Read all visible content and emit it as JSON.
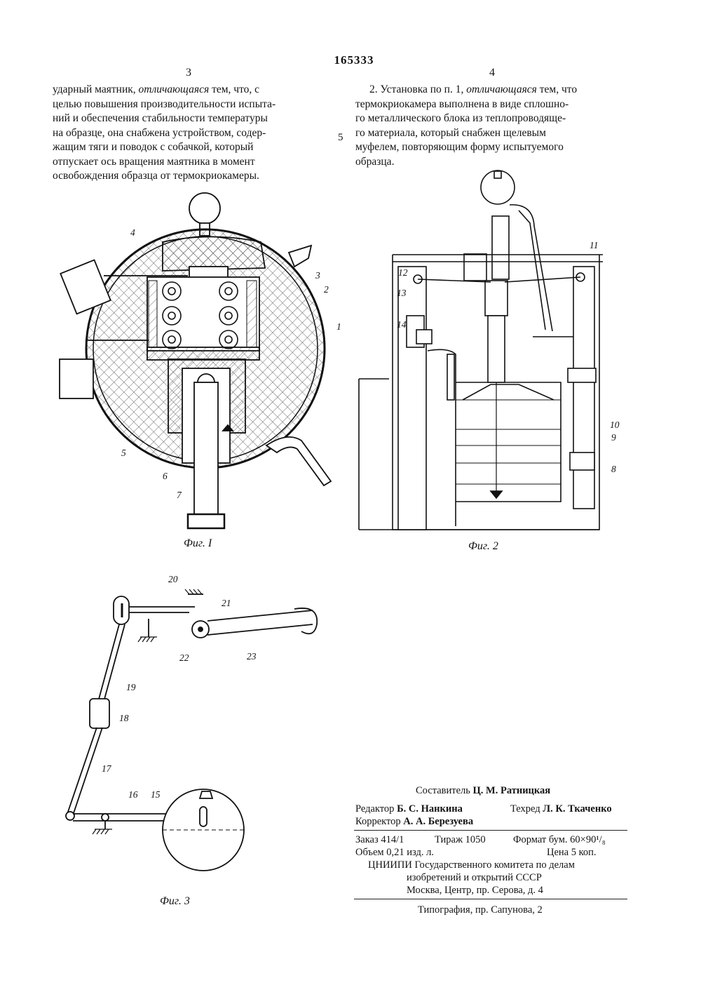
{
  "patent_number": "165333",
  "left_column": {
    "page_number": "3",
    "lines": [
      {
        "pre": "ударный маятник, ",
        "em": "отличающаяся",
        "post": " тем, что, с"
      },
      {
        "pre": "целью повышения производительности испыта-",
        "em": "",
        "post": ""
      },
      {
        "pre": "ний и обеспечения стабильности температуры",
        "em": "",
        "post": ""
      },
      {
        "pre": "на образце, она снабжена устройством, содер-",
        "em": "",
        "post": ""
      },
      {
        "pre": "жащим тяги и поводок с собачкой, который",
        "em": "",
        "post": ""
      },
      {
        "pre": "отпускает ось вращения маятника в момент",
        "em": "",
        "post": ""
      },
      {
        "pre": "освобождения образца от термокриокамеры.",
        "em": "",
        "post": ""
      }
    ]
  },
  "line_number": "5",
  "right_column": {
    "page_number": "4",
    "lines": [
      {
        "pre": "2. Установка по п. 1, ",
        "em": "отличающаяся",
        "post": " тем, что"
      },
      {
        "pre": "термокриокамера выполнена в виде сплошно-",
        "em": "",
        "post": ""
      },
      {
        "pre": "го металлического блока из теплопроводяще-",
        "em": "",
        "post": ""
      },
      {
        "pre": "го материала, который снабжен щелевым",
        "em": "",
        "post": ""
      },
      {
        "pre": "муфелем, повторяющим форму испытуемого",
        "em": "",
        "post": ""
      },
      {
        "pre": "образца.",
        "em": "",
        "post": ""
      }
    ]
  },
  "figures": {
    "fig1": {
      "caption": "Фиг. I",
      "labels": [
        "4",
        "3",
        "2",
        "1",
        "5",
        "6",
        "7"
      ]
    },
    "fig2": {
      "caption": "Фиг. 2",
      "labels": [
        "11",
        "12",
        "13",
        "14",
        "10",
        "9",
        "8"
      ]
    },
    "fig3": {
      "caption": "Фиг. 3",
      "labels": [
        "20",
        "21",
        "22",
        "23",
        "19",
        "18",
        "17",
        "16",
        "15"
      ]
    }
  },
  "imprint": {
    "compiler_label": "Составитель",
    "compiler_name": "Ц. М. Ратницкая",
    "editor_label": "Редактор",
    "editor_name": "Б. С. Нанкина",
    "techred_label": "Техред",
    "techred_name": "Л. К. Ткаченко",
    "corrector_label": "Корректор",
    "corrector_name": "А. А. Березуева",
    "order": "Заказ 414/1",
    "circulation": "Тираж 1050",
    "format": "Формат бум. 60×90¹/₈",
    "volume": "Объем 0,21 изд. л.",
    "price": "Цена 5 коп.",
    "org_line1": "ЦНИИПИ Государственного комитета по делам",
    "org_line2": "изобретений и открытий СССР",
    "org_line3": "Москва, Центр, пр. Серова, д. 4",
    "printer": "Типография, пр. Сапунова, 2"
  }
}
